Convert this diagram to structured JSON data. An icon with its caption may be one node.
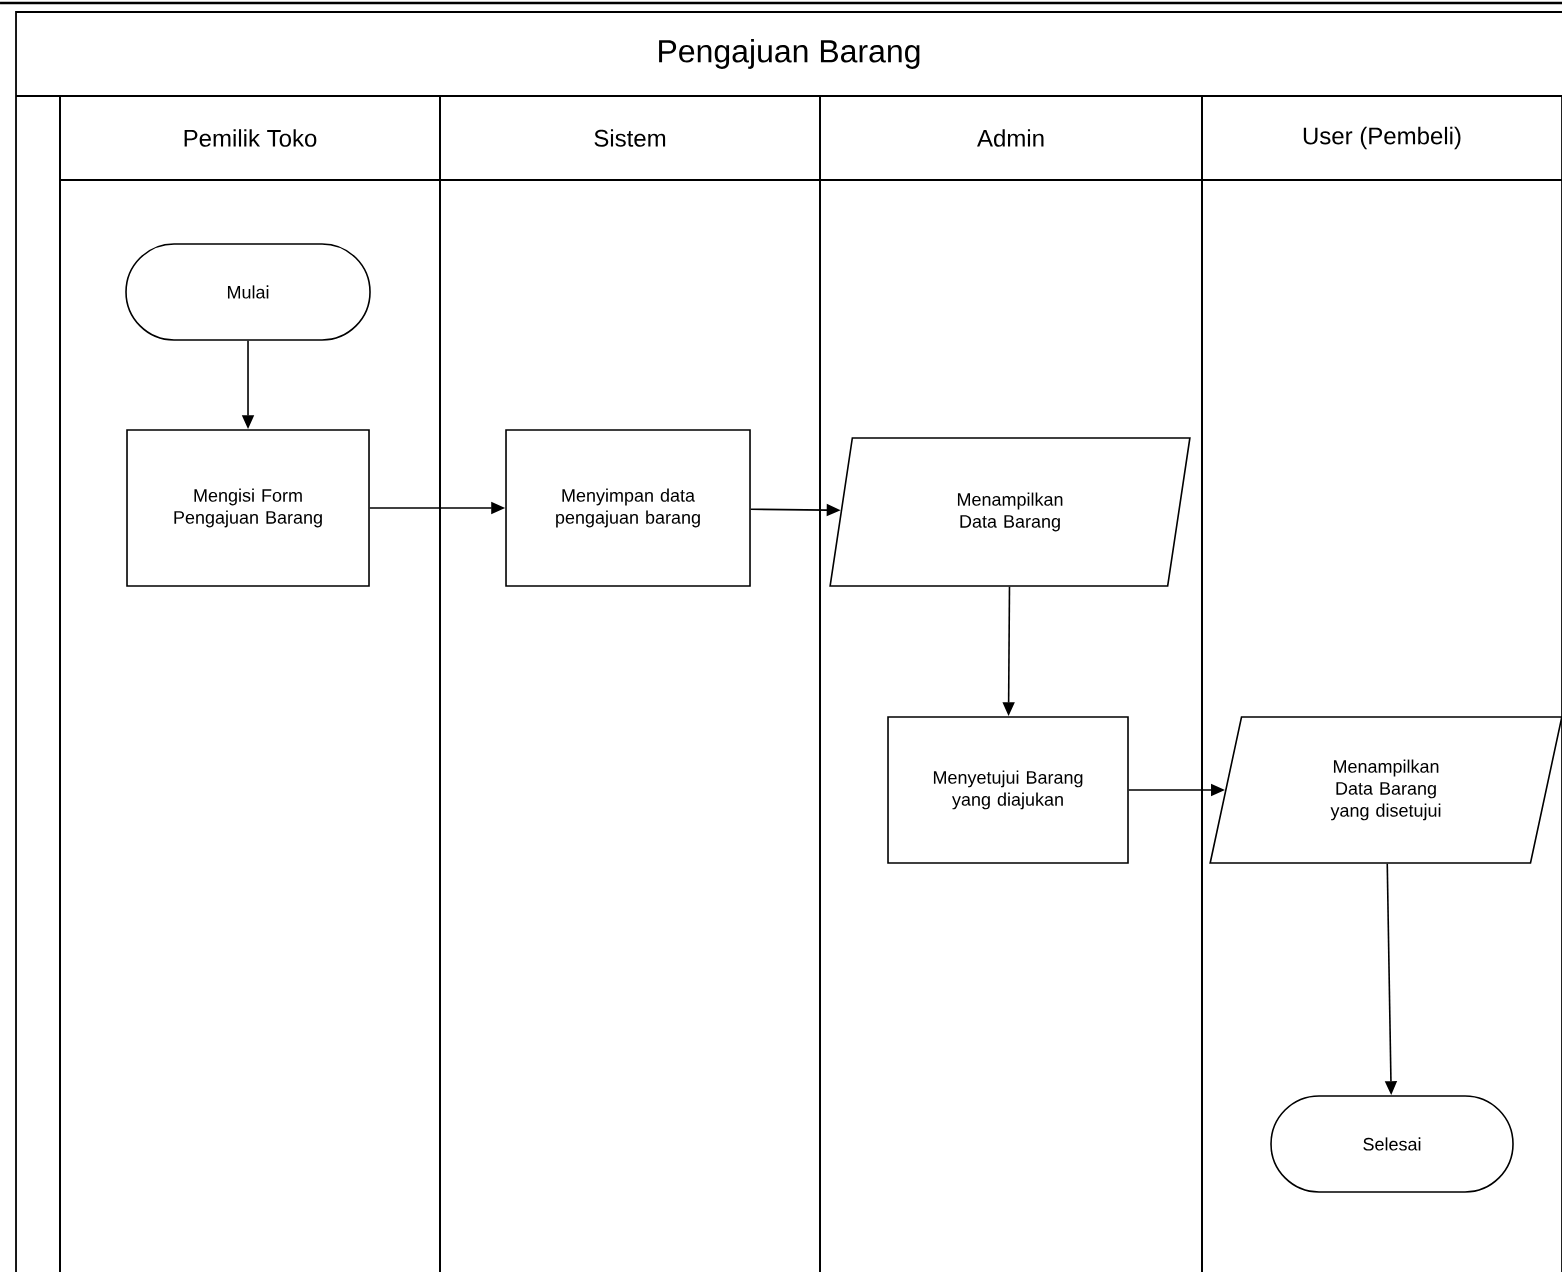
{
  "diagram": {
    "nodes": [
      {
        "text": [
          "Pengajuan Barang"
        ]
      },
      {
        "text": [
          "Pemilik Toko"
        ],
        "in": 0
      },
      {
        "text": [
          "Sistem"
        ],
        "in": 0
      },
      {
        "text": [
          "Admin"
        ],
        "in": 0
      },
      {
        "text": [
          "User (Pembeli)"
        ],
        "in": 0
      },
      {
        "text": [
          "Mulai"
        ],
        "in": 1
      },
      {
        "text": [
          "Mengisi Form Pengajuan Barang"
        ],
        "in": 1
      },
      {
        "text": [
          "Menyimpan data pengajuan barang"
        ],
        "in": 2
      },
      {
        "text": [
          "Menampilkan Data Barang"
        ],
        "in": 3
      },
      {
        "text": [
          "Menyetujui Barang yang diajukan"
        ],
        "in": 3
      },
      {
        "text": [
          "Menampilkan Data Barang yang disetujui"
        ],
        "in": 4
      },
      {
        "text": [
          "Selesai"
        ],
        "in": 4
      }
    ],
    "edges": [
      {
        "from": 5,
        "to": 6,
        "arrow": "to"
      },
      {
        "from": 6,
        "to": 7,
        "arrow": "to"
      },
      {
        "from": 7,
        "to": 8,
        "arrow": "to"
      },
      {
        "from": 8,
        "to": 9,
        "arrow": "to"
      },
      {
        "from": 9,
        "to": 10,
        "arrow": "to"
      },
      {
        "from": 10,
        "to": 11,
        "arrow": "to"
      }
    ]
  }
}
